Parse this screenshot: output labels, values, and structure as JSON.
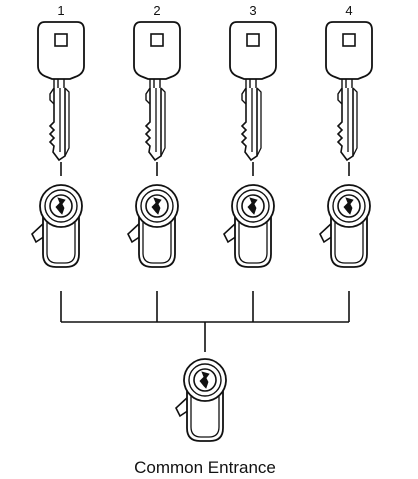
{
  "keys": [
    {
      "number": "1"
    },
    {
      "number": "2"
    },
    {
      "number": "3"
    },
    {
      "number": "4"
    }
  ],
  "entrance": {
    "label": "Common Entrance"
  },
  "colors": {
    "stroke": "#111111",
    "background": "#ffffff"
  }
}
